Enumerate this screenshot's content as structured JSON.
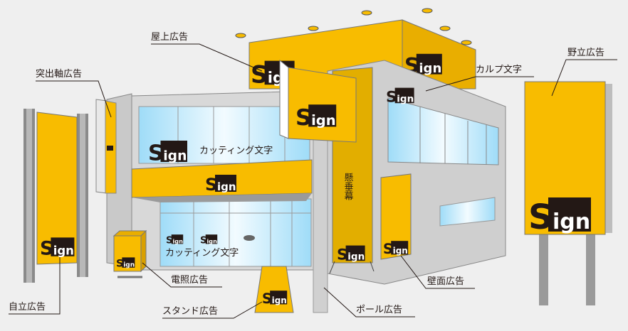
{
  "colors": {
    "yellow": "#f8bc00",
    "banner": "#e2ae00",
    "dark": "#231815",
    "wall": "#cfcfcf",
    "glass": "#aee4fb"
  },
  "logo": {
    "s": "S",
    "ign": "ign"
  },
  "labels": {
    "rooftop": "屋上広告",
    "projecting": "突出軸広告",
    "channel_letters": "カルプ文字",
    "billboard": "野立広告",
    "cutting_top": "カッティング文字",
    "cutting_bottom": "カッティング文字",
    "banner": "懸垂幕",
    "freestanding": "自立広告",
    "lightbox": "電照広告",
    "stand": "スタンド広告",
    "pole": "ポール広告",
    "wall": "壁面広告"
  }
}
